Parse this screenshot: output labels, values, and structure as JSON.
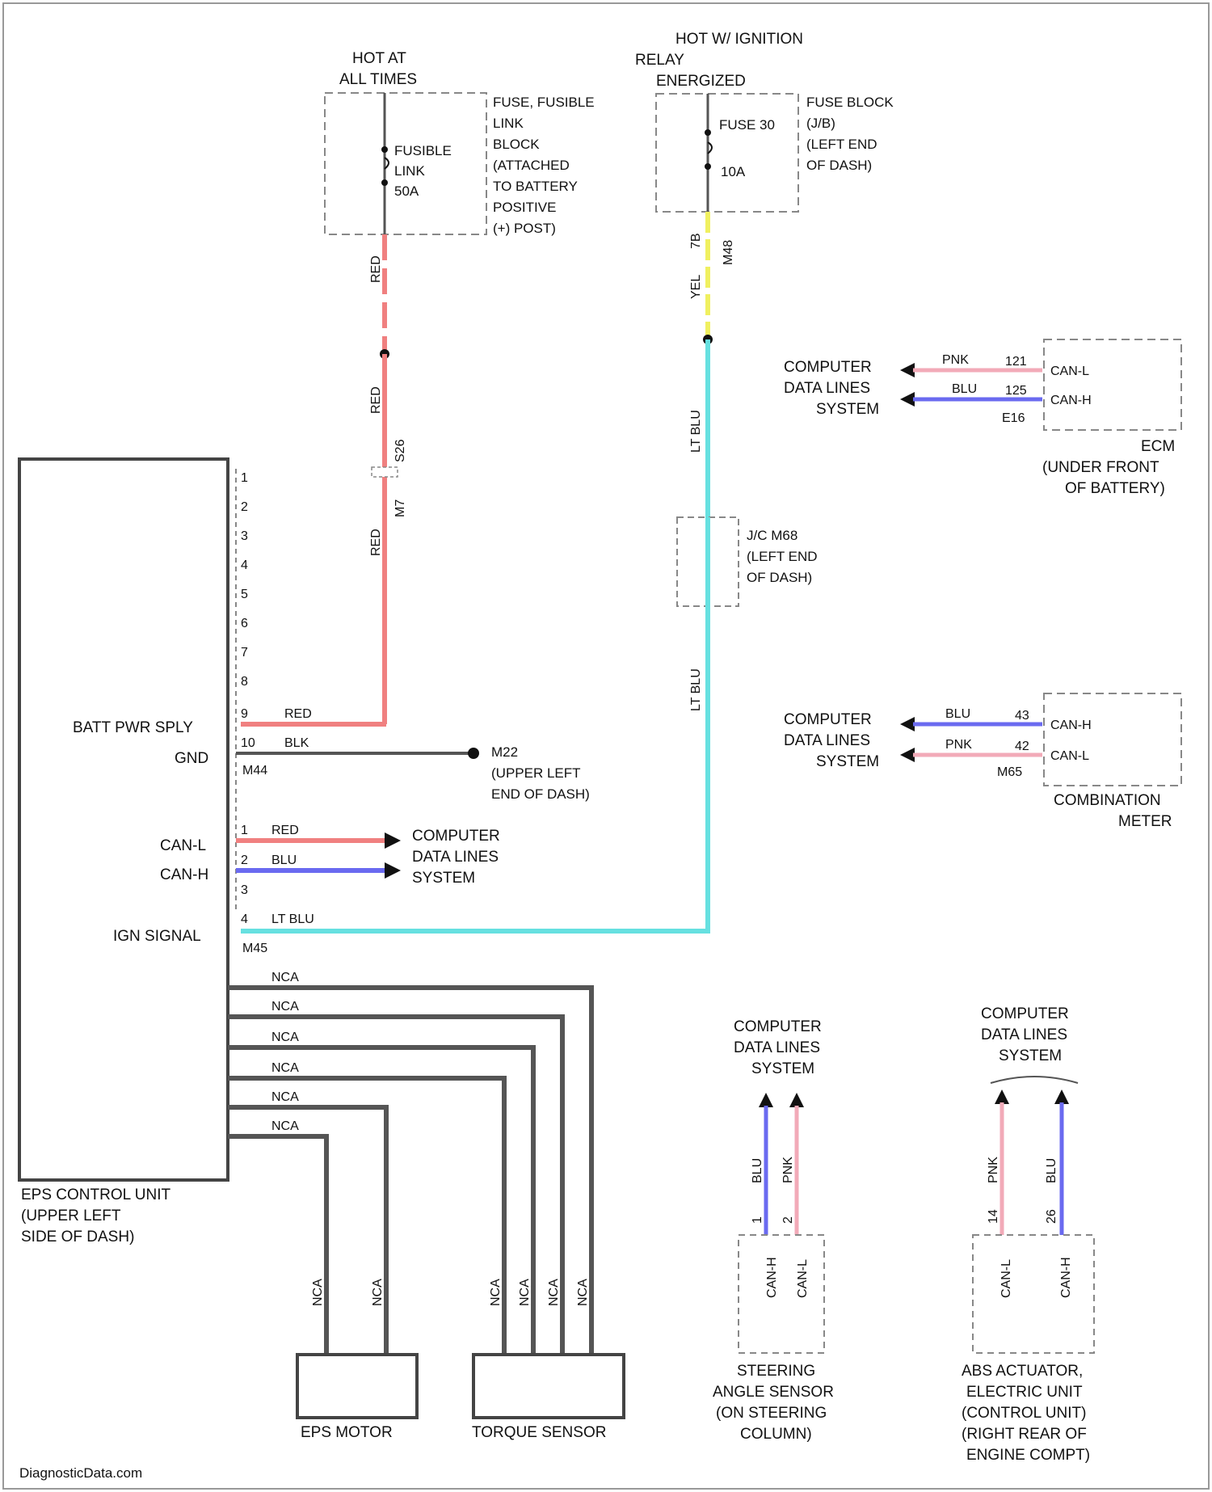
{
  "fuse_feed": {
    "hot_label": [
      "HOT AT",
      "ALL TIMES"
    ],
    "fusible_link": [
      "FUSIBLE",
      "LINK",
      "50A"
    ],
    "box_desc": [
      "FUSE, FUSIBLE",
      "LINK",
      "BLOCK",
      "(ATTACHED",
      "TO BATTERY",
      "POSITIVE",
      "(+) POST)"
    ],
    "wire_color": "RED",
    "wire_color2": "RED",
    "connector": "S26",
    "connector2": "M7"
  },
  "ign_feed": {
    "hot_label": [
      "HOT W/ IGNITION",
      "RELAY",
      "ENERGIZED"
    ],
    "fuse": [
      "FUSE 30",
      "10A"
    ],
    "box_desc": [
      "FUSE BLOCK",
      "(J/B)",
      "(LEFT END",
      "OF DASH)"
    ],
    "wire_top_pin": "7B",
    "wire_top_color": "YEL",
    "wire_top_conn": "M48",
    "wire_lower_color": "LT BLU",
    "jc_label": [
      "J/C M68",
      "(LEFT END",
      "OF DASH)"
    ],
    "wire_lower_color2": "LT BLU"
  },
  "ecm": {
    "lines_label": [
      "COMPUTER",
      "DATA LINES",
      "SYSTEM"
    ],
    "wire1_color": "PNK",
    "wire1_pin": "121",
    "wire2_color": "BLU",
    "wire2_pin": "125",
    "conn": "E16",
    "pin1_name": "CAN-L",
    "pin2_name": "CAN-H",
    "name": [
      "ECM",
      "(UNDER FRONT",
      "OF BATTERY)"
    ]
  },
  "meter": {
    "lines_label": [
      "COMPUTER",
      "DATA LINES",
      "SYSTEM"
    ],
    "wire1_color": "BLU",
    "wire1_pin": "43",
    "wire2_color": "PNK",
    "wire2_pin": "42",
    "conn": "M65",
    "pin1_name": "CAN-H",
    "pin2_name": "CAN-L",
    "name": [
      "COMBINATION",
      "METER"
    ]
  },
  "eps_unit": {
    "pins_top": [
      "1",
      "2",
      "3",
      "4",
      "5",
      "6",
      "7",
      "8"
    ],
    "batt": {
      "label": "BATT PWR SPLY",
      "pin": "9",
      "color": "RED"
    },
    "gnd": {
      "label": "GND",
      "pin": "10",
      "color": "BLK",
      "conn": "M44"
    },
    "ground": [
      "M22",
      "(UPPER LEFT",
      "END OF DASH)"
    ],
    "canl": {
      "label": "CAN-L",
      "pin": "1",
      "color": "RED"
    },
    "canh": {
      "label": "CAN-H",
      "pin": "2",
      "color": "BLU"
    },
    "can_dest": [
      "COMPUTER",
      "DATA LINES",
      "SYSTEM"
    ],
    "pin3": "3",
    "ign": {
      "label": "IGN SIGNAL",
      "pin": "4",
      "color": "LT BLU",
      "conn": "M45"
    },
    "nca": [
      "NCA",
      "NCA",
      "NCA",
      "NCA",
      "NCA",
      "NCA"
    ],
    "name": [
      "EPS CONTROL UNIT",
      "(UPPER LEFT",
      "SIDE OF DASH)"
    ]
  },
  "motor": {
    "name": "EPS MOTOR",
    "wires": [
      "NCA",
      "NCA"
    ]
  },
  "torque": {
    "name": "TORQUE SENSOR",
    "wires": [
      "NCA",
      "NCA",
      "NCA",
      "NCA"
    ]
  },
  "steer": {
    "lines_label": [
      "COMPUTER",
      "DATA LINES",
      "SYSTEM"
    ],
    "wire1_color": "BLU",
    "wire1_pin": "1",
    "wire2_color": "PNK",
    "wire2_pin": "2",
    "pin1_name": "CAN-H",
    "pin2_name": "CAN-L",
    "name": [
      "STEERING",
      "ANGLE SENSOR",
      "(ON STEERING",
      "COLUMN)"
    ]
  },
  "abs": {
    "lines_label": [
      "COMPUTER",
      "DATA LINES",
      "SYSTEM"
    ],
    "wire1_color": "PNK",
    "wire1_pin": "14",
    "wire2_color": "BLU",
    "wire2_pin": "26",
    "pin1_name": "CAN-L",
    "pin2_name": "CAN-H",
    "name": [
      "ABS ACTUATOR,",
      "ELECTRIC UNIT",
      "(CONTROL UNIT)",
      "(RIGHT REAR OF",
      "ENGINE COMPT)"
    ]
  },
  "footer": "DiagnosticData.com",
  "colors": {
    "red": "#f08080",
    "blue": "#6a6af0",
    "ltblu": "#66e0e0",
    "yel": "#f0f060",
    "pnk": "#f2aab8",
    "gray": "#555555"
  }
}
